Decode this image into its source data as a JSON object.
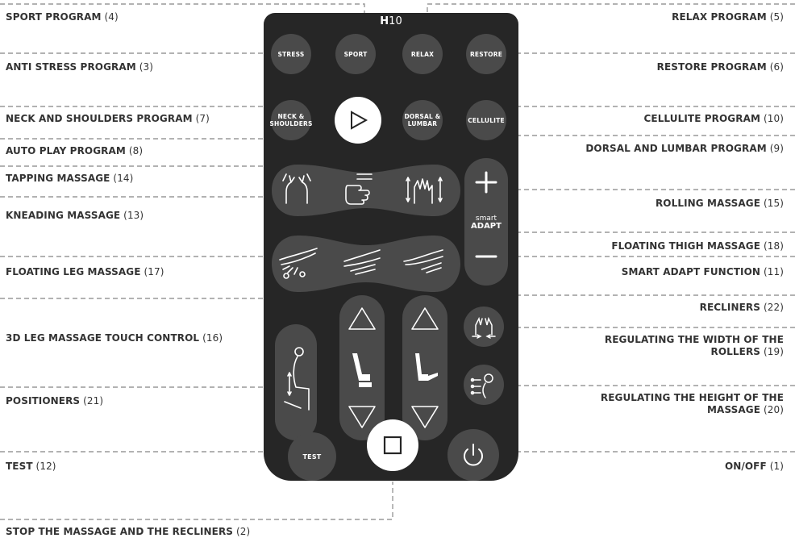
{
  "model": {
    "prefix": "H",
    "number": "10"
  },
  "buttons": {
    "stress": "STRESS",
    "sport": "SPORT",
    "relax": "RELAX",
    "restore": "RESTORE",
    "neck_l1": "NECK &",
    "neck_l2": "SHOULDERS",
    "dorsal_l1": "DORSAL &",
    "dorsal_l2": "LUMBAR",
    "cellulite": "CELLULITE",
    "test": "TEST",
    "smart": "smart",
    "adapt": "ADAPT"
  },
  "labels": {
    "sport": {
      "title": "SPORT PROGRAM",
      "num": "(4)"
    },
    "antistress": {
      "title": "ANTI STRESS PROGRAM",
      "num": "(3)"
    },
    "neck": {
      "title": "NECK AND SHOULDERS PROGRAM",
      "num": "(7)"
    },
    "autoplay": {
      "title": "AUTO PLAY PROGRAM",
      "num": "(8)"
    },
    "tapping": {
      "title": "TAPPING MASSAGE",
      "num": "(14)"
    },
    "kneading": {
      "title": "KNEADING MASSAGE",
      "num": "(13)"
    },
    "floatleg": {
      "title": "FLOATING LEG MASSAGE",
      "num": "(17)"
    },
    "leg3d": {
      "title": "3D LEG MASSAGE TOUCH CONTROL",
      "num": "(16)"
    },
    "positioners": {
      "title": "POSITIONERS",
      "num": "(21)"
    },
    "test": {
      "title": "TEST",
      "num": "(12)"
    },
    "stop": {
      "title": "STOP THE MASSAGE AND THE RECLINERS",
      "num": "(2)"
    },
    "relax": {
      "title": "RELAX PROGRAM",
      "num": "(5)"
    },
    "restore": {
      "title": "RESTORE PROGRAM",
      "num": "(6)"
    },
    "cellulite": {
      "title": "CELLULITE PROGRAM",
      "num": "(10)"
    },
    "dorsal": {
      "title": "DORSAL AND LUMBAR PROGRAM",
      "num": "(9)"
    },
    "rolling": {
      "title": "ROLLING MASSAGE",
      "num": "(15)"
    },
    "floatthigh": {
      "title": "FLOATING THIGH MASSAGE",
      "num": "(18)"
    },
    "smartadapt": {
      "title": "SMART ADAPT FUNCTION",
      "num": "(11)"
    },
    "recliners": {
      "title": "RECLINERS",
      "num": "(22)"
    },
    "width": {
      "title": "REGULATING THE WIDTH OF THE ROLLERS",
      "num": "(19)"
    },
    "height": {
      "title": "REGULATING THE HEIGHT OF THE MASSAGE",
      "num": "(20)"
    },
    "onoff": {
      "title": "ON/OFF",
      "num": "(1)"
    }
  },
  "colors": {
    "remote": "#262626",
    "button": "#4a4a4a",
    "leader": "#999999",
    "text": "#333333"
  }
}
